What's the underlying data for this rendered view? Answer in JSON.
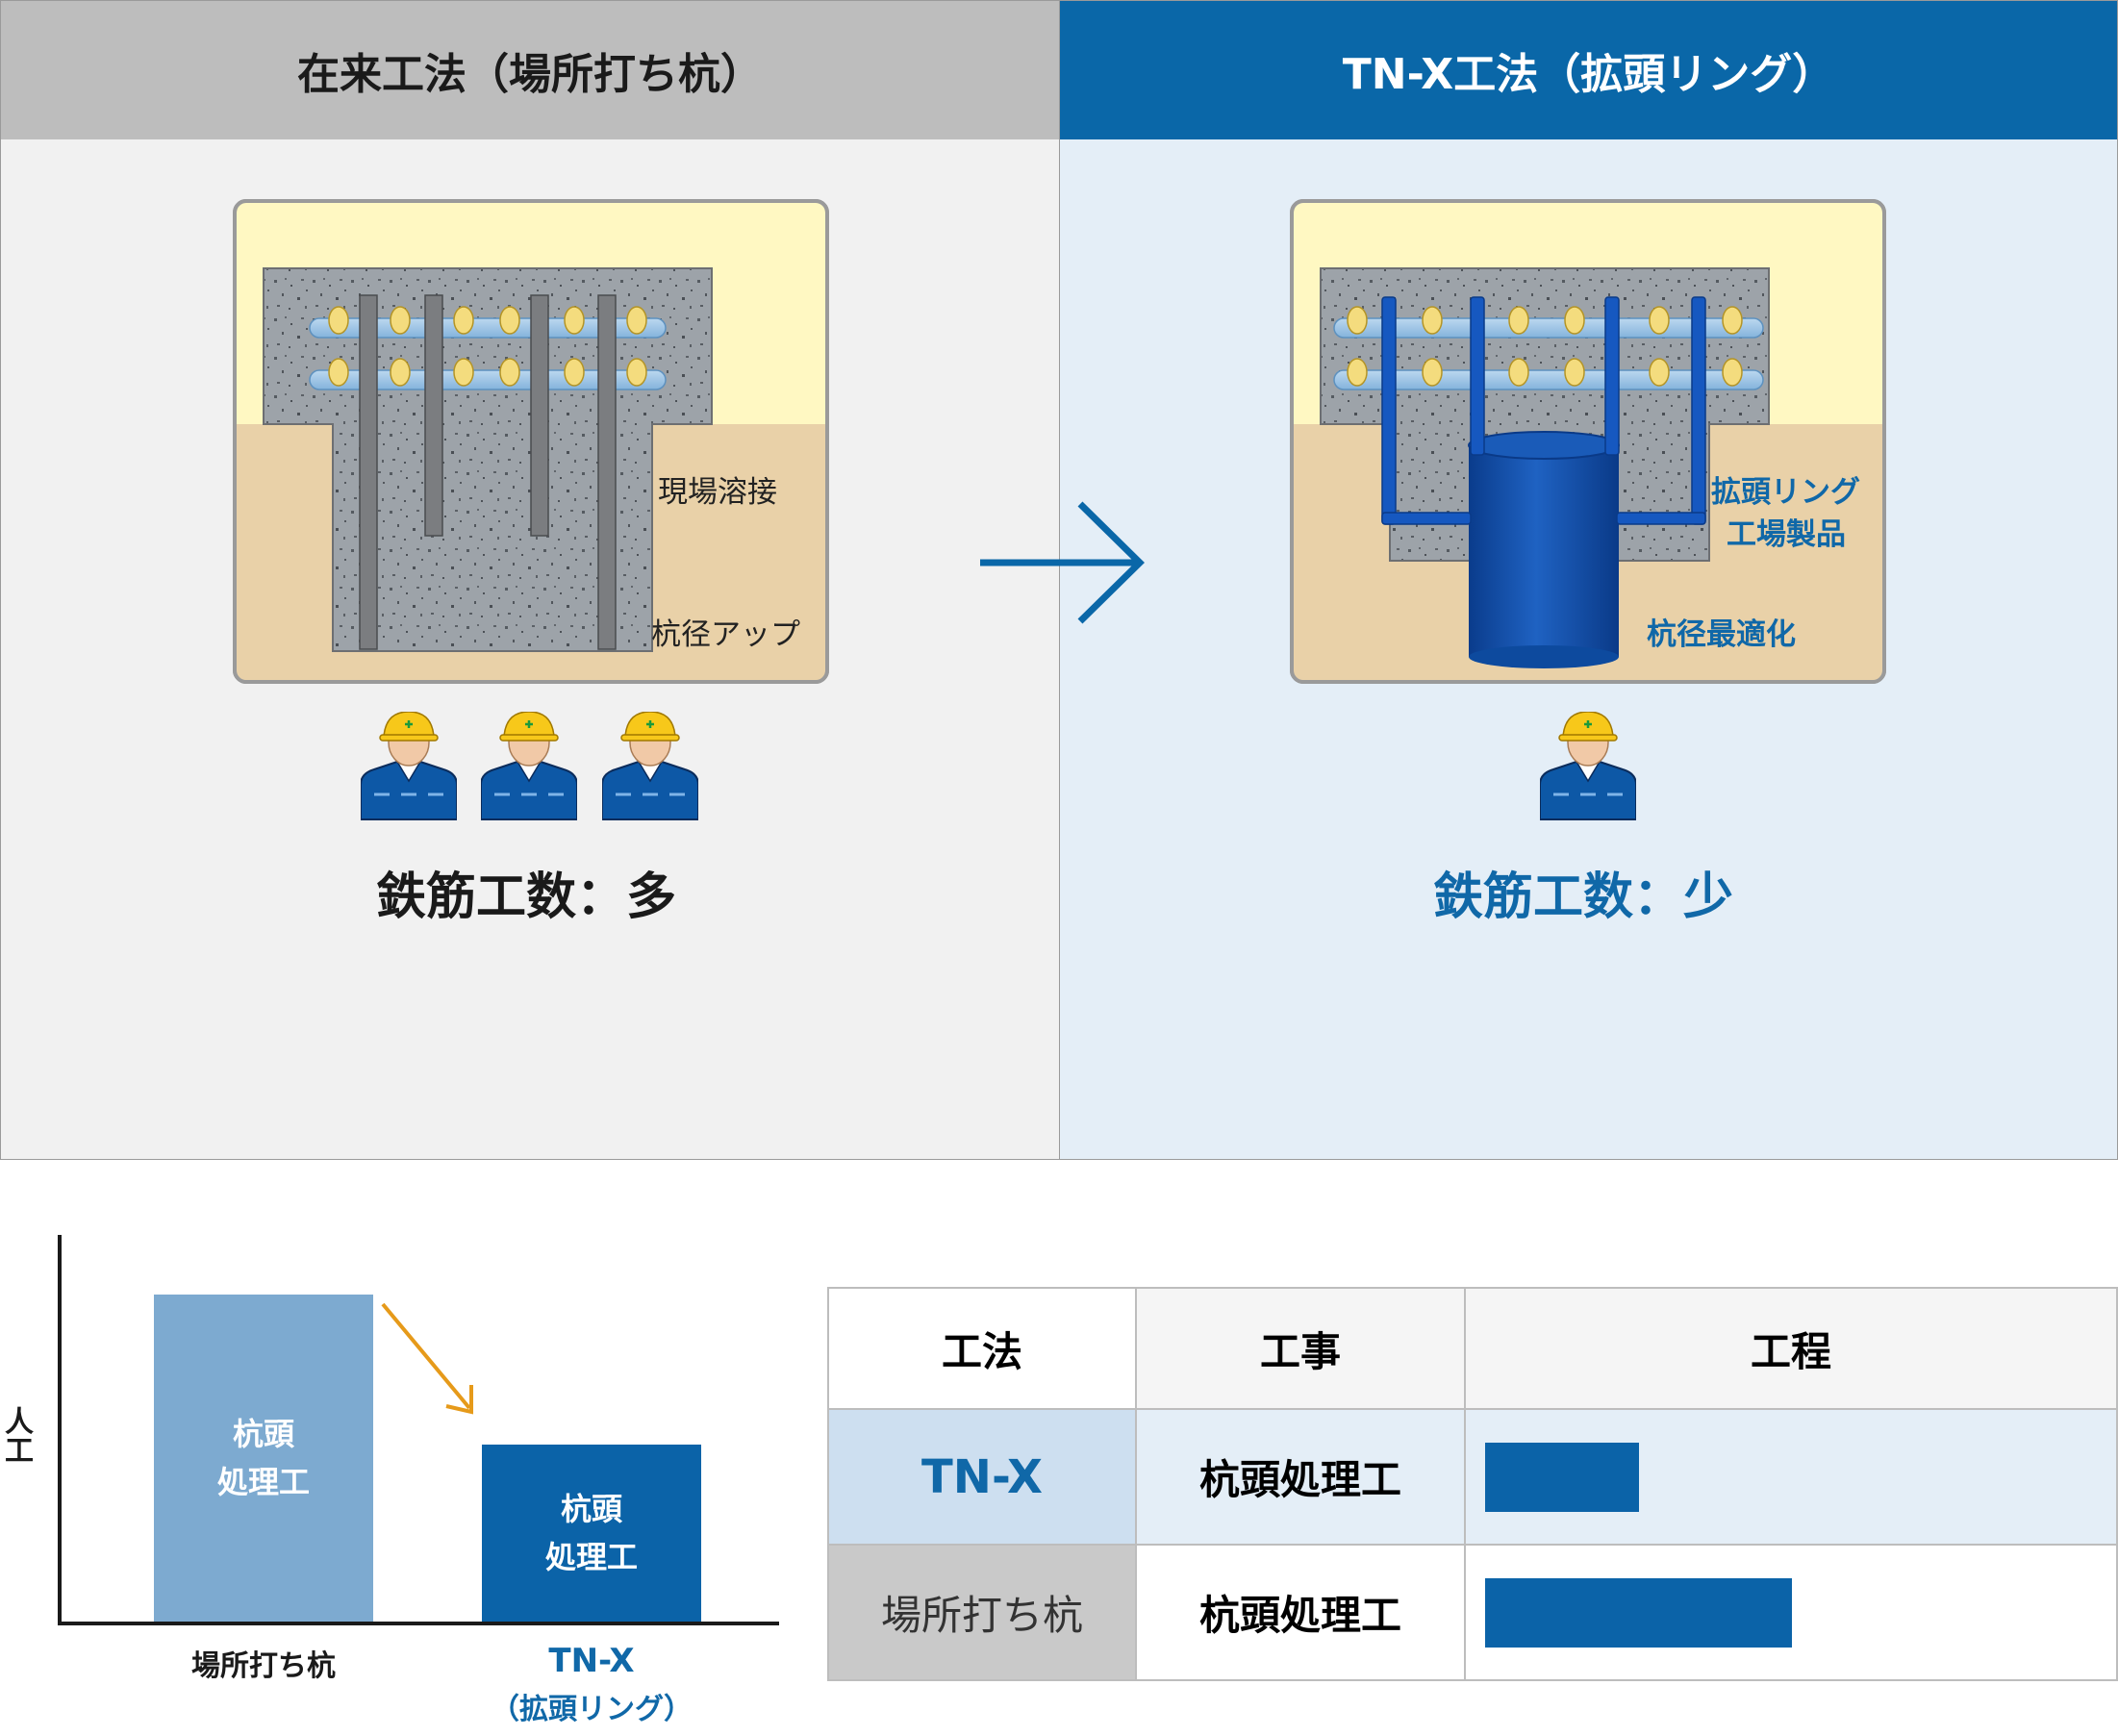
{
  "left_panel": {
    "title": "在来工法（場所打ち杭）",
    "label_weld": "現場溶接",
    "label_pile": "杭径アップ",
    "workers_count": 3,
    "workers_text": "鉄筋工数：多"
  },
  "right_panel": {
    "title": "TN-X工法（拡頭リング）",
    "label_ring_1": "拡頭リング",
    "label_ring_2": "工場製品",
    "label_pile": "杭径最適化",
    "workers_count": 1,
    "workers_text": "鉄筋工数：少"
  },
  "colors": {
    "gray_header": "#bdbdbd",
    "blue_header": "#0a67a8",
    "blue_text": "#1068a8",
    "light_bar": "#7daad0",
    "dark_bar": "#0b63a8",
    "arrow_orange": "#e69a1a",
    "tnx_cell": "#cddff0",
    "row_tnx": "#e4eef7",
    "gray_cell": "#c9c9c9"
  },
  "chart_data": {
    "type": "bar",
    "ylabel": "人工",
    "categories": [
      "場所打ち杭",
      "TN-X（拡頭リング）"
    ],
    "category_lines": [
      [
        "場所打ち杭"
      ],
      [
        "TN-X",
        "（拡頭リング）"
      ]
    ],
    "bar_labels": [
      [
        "杭頭",
        "処理工"
      ],
      [
        "杭頭",
        "処理工"
      ]
    ],
    "values": [
      1.0,
      0.54
    ]
  },
  "table": {
    "headers": [
      "工法",
      "工事",
      "工程"
    ],
    "rows": [
      {
        "method": "TN-X",
        "work": "杭頭処理工",
        "duration": 0.38
      },
      {
        "method": "場所打ち杭",
        "work": "杭頭処理工",
        "duration": 0.76
      }
    ]
  }
}
